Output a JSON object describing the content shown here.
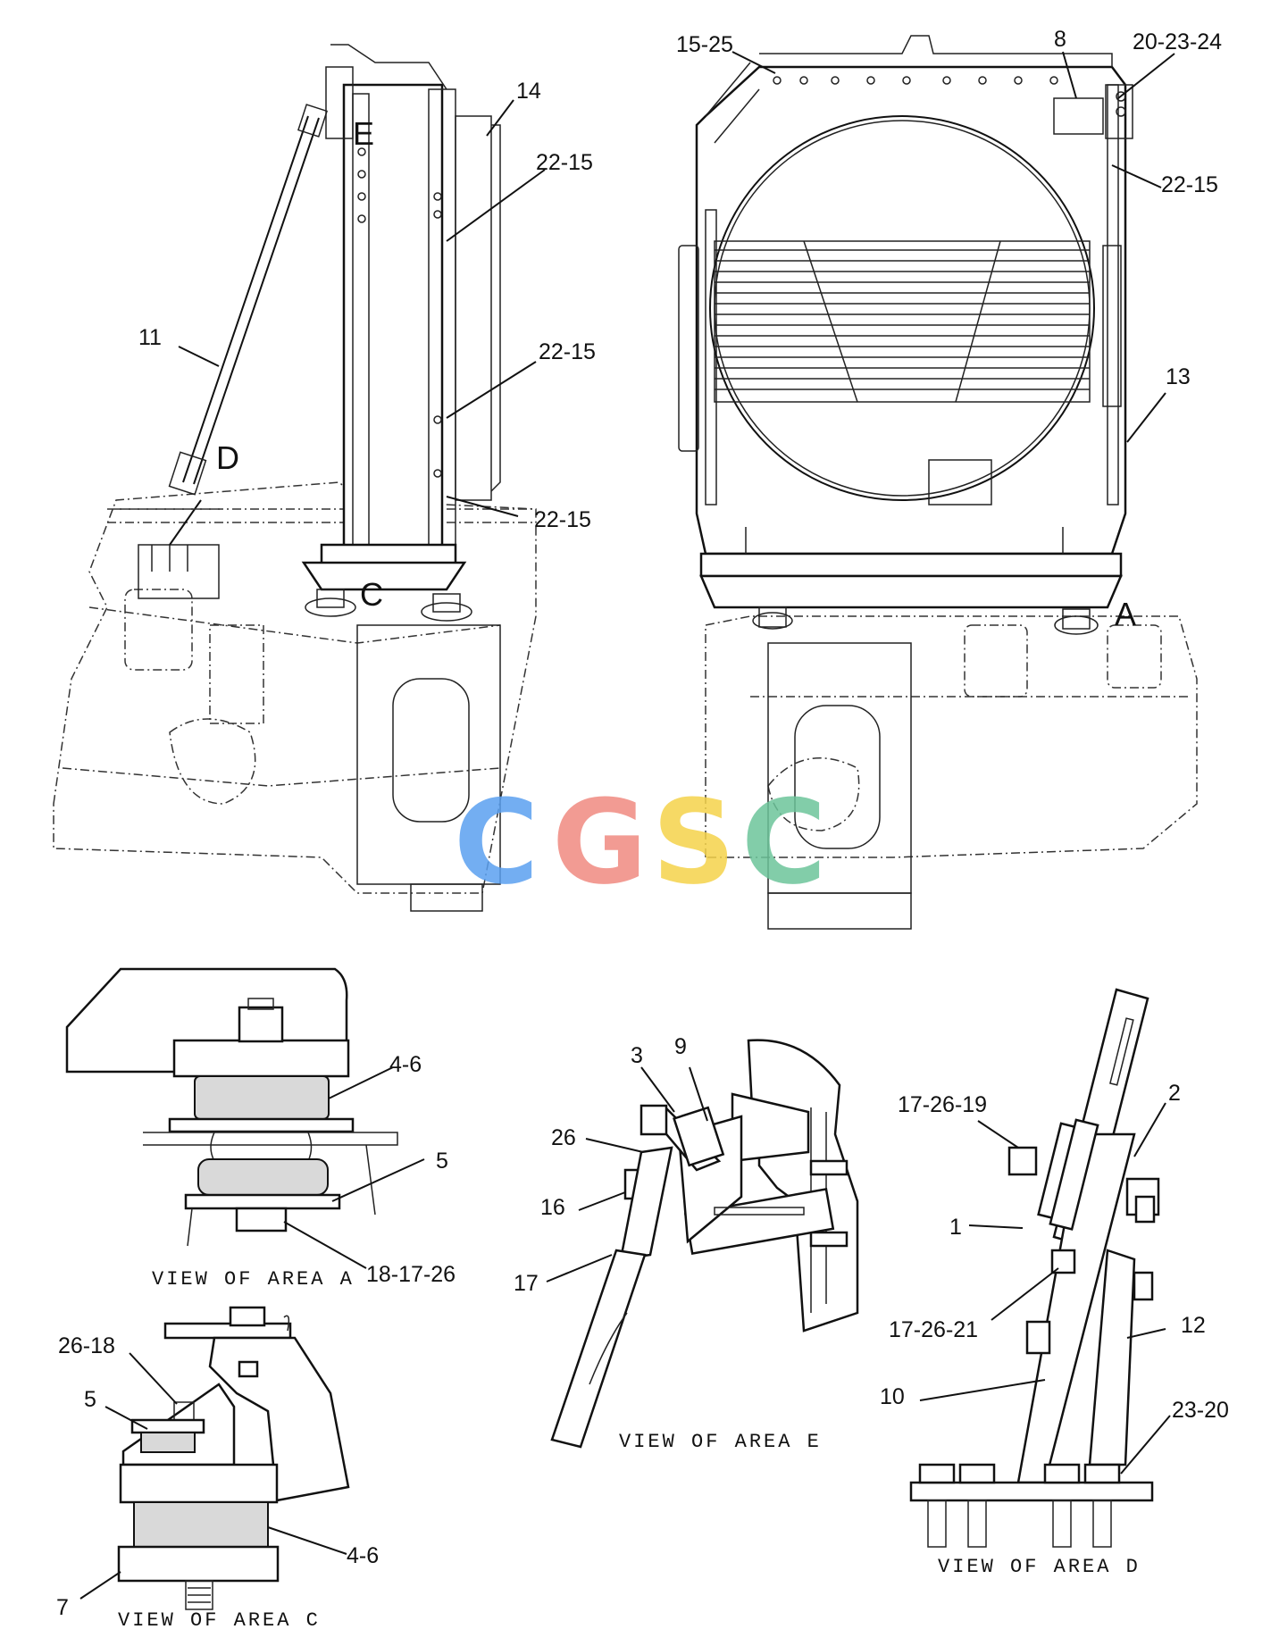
{
  "callouts": {
    "c14": "14",
    "c22_15_a": "22-15",
    "c22_15_b": "22-15",
    "c22_15_c": "22-15",
    "c11": "11",
    "c15_25": "15-25",
    "c8": "8",
    "c20_23_24": "20-23-24",
    "c22_15_d": "22-15",
    "c13": "13",
    "c4_6_a": "4-6",
    "c5_a": "5",
    "c18_17_26": "18-17-26",
    "c26_18": "26-18",
    "c5_c": "5",
    "c4_6_c": "4-6",
    "c7": "7",
    "c3": "3",
    "c9": "9",
    "c26": "26",
    "c16": "16",
    "c17": "17",
    "c17_26_19": "17-26-19",
    "c2": "2",
    "c1": "1",
    "c17_26_21": "17-26-21",
    "c12": "12",
    "c10": "10",
    "c23_20": "23-20"
  },
  "area_markers": {
    "e": "E",
    "d": "D",
    "c": "C",
    "a": "A"
  },
  "view_titles": {
    "area_a": "VIEW OF AREA A",
    "area_c": "VIEW OF AREA C",
    "area_e": "VIEW OF AREA E",
    "area_d": "VIEW OF AREA D"
  },
  "watermark": {
    "letters": [
      "C",
      "G",
      "S",
      "C"
    ],
    "colors": [
      "#5aa0f0",
      "#f08a80",
      "#f5d24a",
      "#6cc49a"
    ]
  }
}
